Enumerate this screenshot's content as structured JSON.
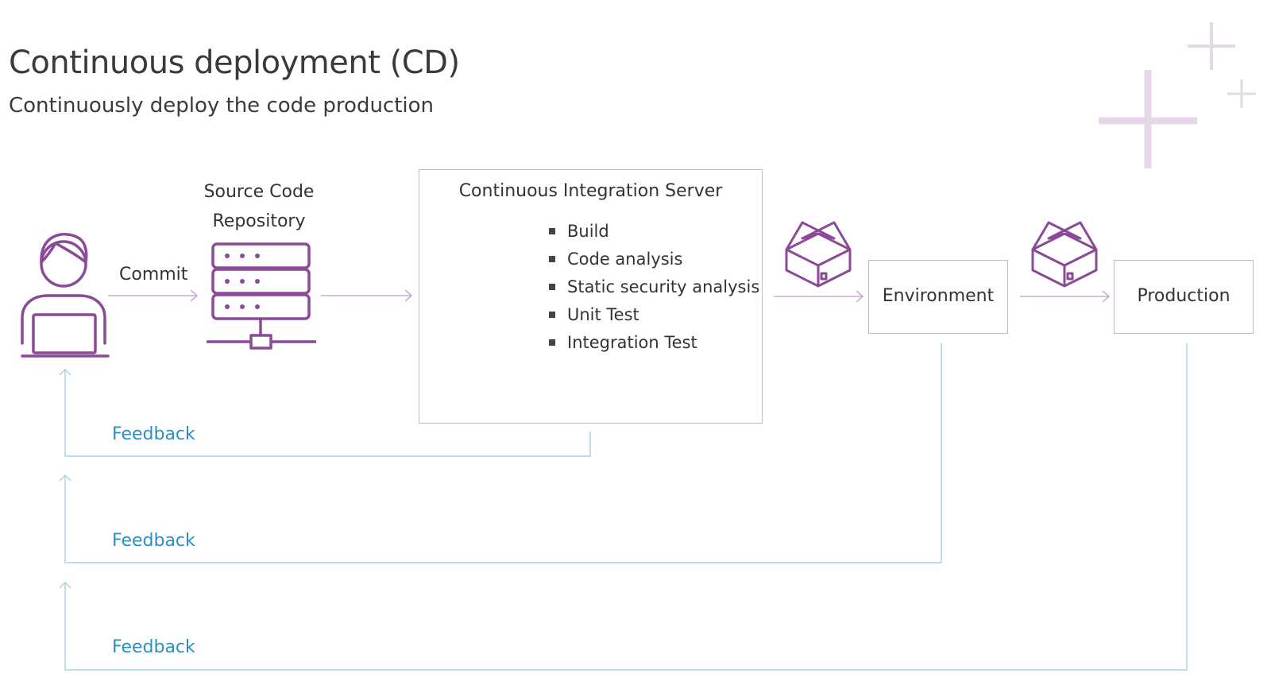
{
  "title": "Continuous deployment (CD)",
  "subtitle": "Continuously deploy the code production",
  "nodes": {
    "commit_label": "Commit",
    "repository_label_line1": "Source Code",
    "repository_label_line2": "Repository",
    "ci_server_title": "Continuous Integration Server",
    "ci_steps": [
      "Build",
      "Code analysis",
      "Static security analysis",
      "Unit Test",
      "Integration Test"
    ],
    "environment_label": "Environment",
    "production_label": "Production"
  },
  "feedback": [
    "Feedback",
    "Feedback",
    "Feedback"
  ],
  "icons": {
    "developer": "developer-laptop-icon",
    "repository": "server-stack-icon",
    "ci": "traffic-light-icon",
    "package": "package-box-icon",
    "decoration": "plus-sign-decoration"
  },
  "colors": {
    "accent_purple": "#8b4a97",
    "box_border": "#c8b3d0",
    "arrow_purple": "#c9a9d2",
    "feedback_blue": "#2d8fc0",
    "feedback_line": "#a9d3e6",
    "decoration": "#e6d8e9"
  }
}
